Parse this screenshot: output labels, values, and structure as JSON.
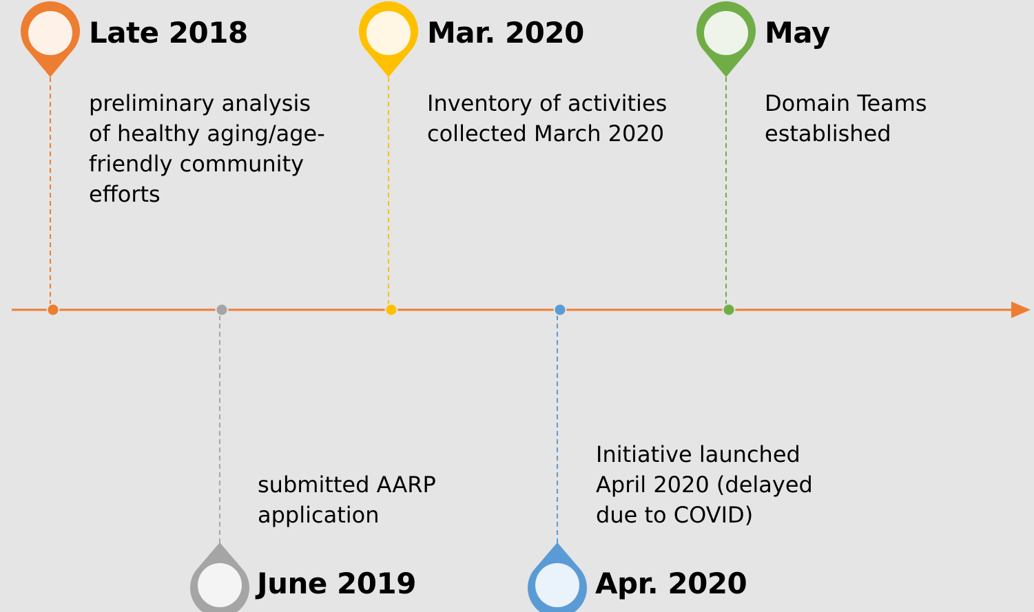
{
  "timeline": {
    "axis_color": "#ed7d31",
    "events": [
      {
        "date": "Late 2018",
        "lines": [
          "preliminary analysis",
          "of healthy aging/age-",
          "friendly community",
          "efforts"
        ],
        "color": "#ed7d31",
        "pin_fill": "#fdf1e8",
        "icon": "map-pin-icon",
        "position": "above"
      },
      {
        "date": "June 2019",
        "lines": [
          "submitted AARP",
          "application"
        ],
        "color": "#a5a5a5",
        "pin_fill": "#f4f4f4",
        "icon": "map-pin-icon",
        "position": "below"
      },
      {
        "date": "Mar. 2020",
        "lines": [
          "Inventory of activities",
          "collected March 2020"
        ],
        "color": "#ffc000",
        "pin_fill": "#fff6e3",
        "icon": "map-pin-icon",
        "position": "above"
      },
      {
        "date": "Apr. 2020",
        "lines": [
          "Initiative launched",
          "April 2020 (delayed",
          "due to COVID)"
        ],
        "color": "#5b9bd5",
        "pin_fill": "#eaf2fb",
        "icon": "map-pin-icon",
        "position": "below"
      },
      {
        "date": "May",
        "lines": [
          "Domain Teams",
          "established"
        ],
        "color": "#70ad47",
        "pin_fill": "#eef4ea",
        "icon": "map-pin-icon",
        "position": "above"
      }
    ]
  }
}
